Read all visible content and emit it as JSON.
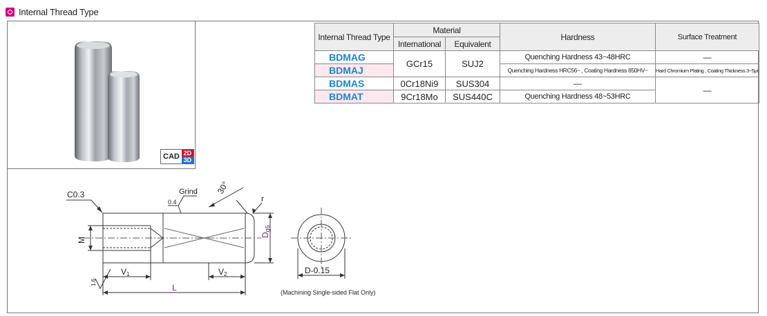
{
  "header": {
    "title": "Internal Thread Type",
    "icon": "circle-mark-icon",
    "accent": "#d6007f"
  },
  "cad_badge": {
    "cad": "CAD",
    "two_d": "2D",
    "three_d": "3D"
  },
  "table": {
    "col_type": "Internal Thread Type",
    "col_material": "Material",
    "col_international": "International",
    "col_equivalent": "Equivalent",
    "col_hardness": "Hardness",
    "col_surface": "Surface Treatment",
    "rows": [
      {
        "type": "BDMAG",
        "international": "GCr15",
        "equivalent": "SUJ2",
        "hardness": "Quenching Hardness 43~48HRC",
        "surface": "—"
      },
      {
        "type": "BDMAJ",
        "hardness": "Quenching Hardness HRC56~ , Coating Hardness 850HV~",
        "surface": "Hard Chromium Plating , Coating Thickness 3~5μm"
      },
      {
        "type": "BDMAS",
        "international": "0Cr18Ni9",
        "equivalent": "SUS304",
        "hardness": "—",
        "surface": "—"
      },
      {
        "type": "BDMAT",
        "international": "9Cr18Mo",
        "equivalent": "SUS440C",
        "hardness": "Quenching Hardness 48~53HRC"
      }
    ]
  },
  "drawing": {
    "chamfer": "C0.3",
    "grind": "Grind",
    "grind_value": "0.4",
    "angle": "30°",
    "radius": "r",
    "thread": "M",
    "dia_main": "D",
    "dia_sub": "g6",
    "v1": "V",
    "v1_sub": "1",
    "v2": "V",
    "v2_sub": "2",
    "length": "L",
    "roughness": "1.6",
    "flat_dim": "D-0.15",
    "flat_note": "(Machining Single-sided Flat Only)",
    "dim_color": "#7a1f8c"
  }
}
